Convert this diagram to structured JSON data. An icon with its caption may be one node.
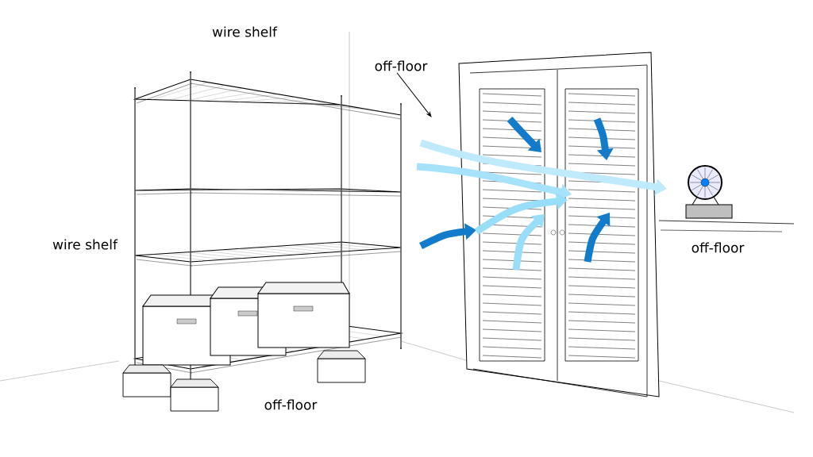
{
  "diagram": {
    "nodes": [
      {
        "text": [
          "off-floor"
        ]
      },
      {
        "text": [],
        "shape": "picture"
      }
    ],
    "edges": [
      {
        "from": 0,
        "to": 1,
        "arrow": "to"
      }
    ],
    "labels": [
      "wire shelf",
      "wire shelf",
      "off-floor",
      "off-floor"
    ]
  }
}
